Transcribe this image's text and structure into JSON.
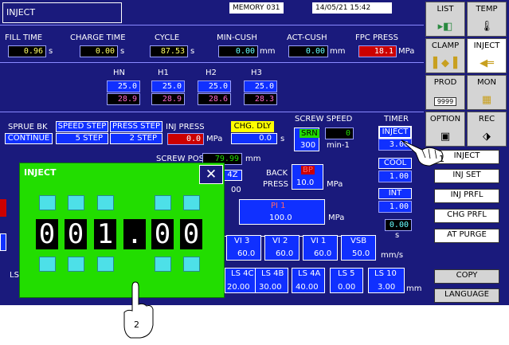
{
  "header": {
    "title": "INJECT",
    "memory": "MEMORY 031",
    "datetime": "14/05/21 15:42"
  },
  "top_params": [
    {
      "label": "FILL TIME",
      "value": "0.96",
      "unit": "s"
    },
    {
      "label": "CHARGE TIME",
      "value": "0.00",
      "unit": "s"
    },
    {
      "label": "CYCLE",
      "value": "87.53",
      "unit": "s"
    },
    {
      "label": "MIN-CUSH",
      "value": "0.00",
      "unit": "mm"
    },
    {
      "label": "ACT-CUSH",
      "value": "0.00",
      "unit": "mm"
    },
    {
      "label": "FPC PRESS",
      "value": "18.1",
      "unit": "MPa"
    }
  ],
  "heaters": {
    "labels": [
      "HN",
      "H1",
      "H2",
      "H3"
    ],
    "set": [
      "25.0",
      "25.0",
      "25.0",
      "25.0"
    ],
    "actual": [
      "28.9",
      "28.9",
      "28.6",
      "28.3"
    ]
  },
  "sprue_bk": {
    "label": "SPRUE BK",
    "value": "CONTINUE"
  },
  "speed_step": {
    "label": "SPEED STEP",
    "value": "5 STEP"
  },
  "press_step": {
    "label": "PRESS STEP",
    "value": "2 STEP"
  },
  "inj_press": {
    "label": "INJ PRESS",
    "value": "0.0",
    "unit": "MPa"
  },
  "chg_dly": {
    "label": "CHG. DLY",
    "value": "0.0",
    "unit": "s"
  },
  "screw_speed": {
    "label": "SCREW SPEED",
    "srn_label": "SRN",
    "srn_value": "300",
    "act_value": "0",
    "unit": "min-1"
  },
  "screw_pos": {
    "label": "SCREW POS",
    "value": "79.99",
    "unit": "mm"
  },
  "back_press": {
    "label1": "BACK",
    "label2": "PRESS",
    "bp_label": "BP",
    "value": "10.0",
    "unit": "MPa"
  },
  "pi1": {
    "label": "PI 1",
    "value": "100.0",
    "unit": "MPa"
  },
  "partial_4z": "4Z",
  "partial_val": "00",
  "timer": {
    "title": "TIMER",
    "inject_label": "INJECT",
    "inject_value": "3.00",
    "cool_label": "COOL",
    "cool_value": "1.00",
    "int_label": "INT",
    "int_value": "1.00",
    "extra_value": "0.00",
    "extra_unit": "s"
  },
  "vi_row": {
    "items": [
      {
        "label": "VI 3",
        "value": "60.0"
      },
      {
        "label": "VI 2",
        "value": "60.0"
      },
      {
        "label": "VI 1",
        "value": "60.0"
      },
      {
        "label": "VSB",
        "value": "50.0"
      }
    ],
    "unit": "mm/s"
  },
  "ls_row": {
    "items": [
      {
        "label": "LS 4C",
        "value": "20.00"
      },
      {
        "label": "LS 4B",
        "value": "30.00"
      },
      {
        "label": "LS 4A",
        "value": "40.00"
      },
      {
        "label": "LS 5",
        "value": "0.00"
      },
      {
        "label": "LS 10",
        "value": "3.00"
      }
    ],
    "unit": "mm",
    "partial_label": "LS"
  },
  "side_buttons": [
    {
      "label": "LIST",
      "icon": "list-icon"
    },
    {
      "label": "TEMP",
      "icon": "thermometer-icon"
    },
    {
      "label": "CLAMP",
      "icon": "clamp-icon"
    },
    {
      "label": "INJECT",
      "icon": "inject-icon"
    },
    {
      "label": "PROD",
      "icon": "counter-icon",
      "badge": "9999"
    },
    {
      "label": "MON",
      "icon": "monitor-icon"
    },
    {
      "label": "OPTION",
      "icon": "option-icon"
    },
    {
      "label": "REC",
      "icon": "record-icon"
    }
  ],
  "menu_buttons": [
    "INJECT",
    "INJ SET",
    "INJ PRFL",
    "CHG PRFL",
    "AT PURGE"
  ],
  "bottom_buttons": [
    "COPY",
    "LANGUAGE"
  ],
  "popup": {
    "title": "INJECT",
    "close": "✕",
    "digits": [
      "0",
      "0",
      "1",
      ".",
      "0",
      "0"
    ]
  },
  "callouts": [
    "1",
    "2"
  ],
  "colors": {
    "screen_bg": "#1a1a7c",
    "popup_bg": "#22dd00",
    "field_blue": "#1030ff",
    "key_cyan": "#4de0e8"
  }
}
